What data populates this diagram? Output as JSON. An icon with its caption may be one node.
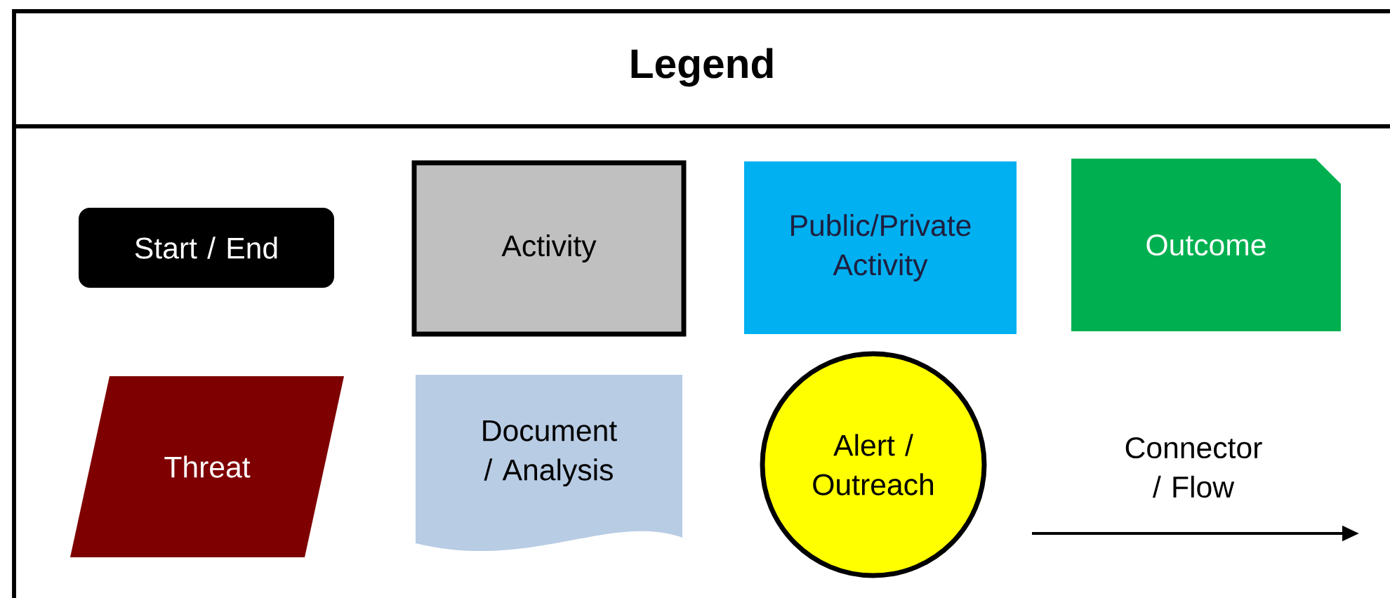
{
  "diagram": {
    "title": "Legend",
    "nodes": [
      {
        "text": [
          "Start / End"
        ]
      },
      {
        "text": [
          "Activity"
        ]
      },
      {
        "text": [
          "Public/Private Activity"
        ]
      },
      {
        "text": [
          "Outcome"
        ]
      },
      {
        "text": [
          "Threat"
        ]
      },
      {
        "text": [
          "Document / Analysis"
        ]
      },
      {
        "text": [
          "Alert / Outreach"
        ]
      }
    ],
    "labels": [
      "Connector / Flow"
    ]
  }
}
